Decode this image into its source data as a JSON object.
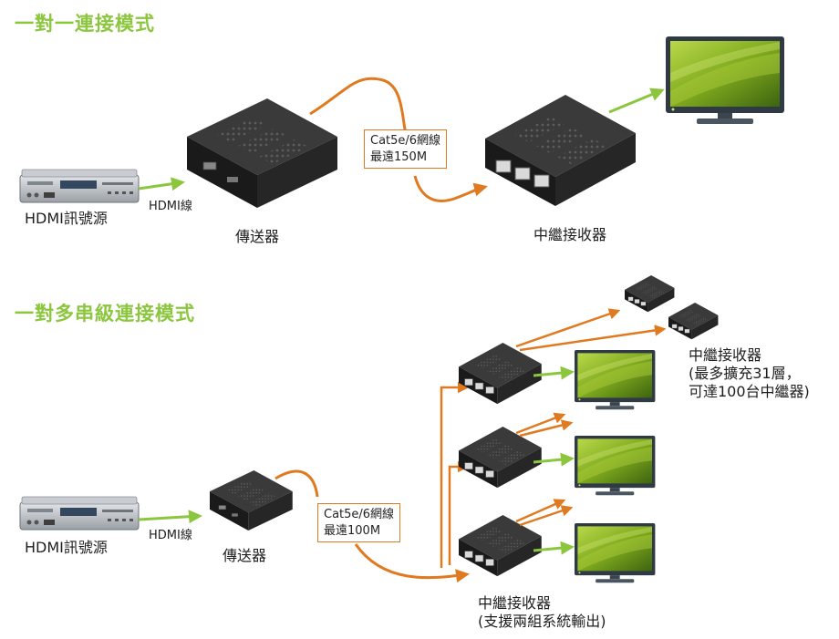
{
  "section1": {
    "title": "一對一連接模式",
    "source_label": "HDMI訊號源",
    "hdmi_cable_label": "HDMI線",
    "transmitter_label": "傳送器",
    "cable_line1": "Cat5e/6網線",
    "cable_line2": "最遠150M",
    "receiver_label": "中繼接收器"
  },
  "section2": {
    "title": "一對多串級連接模式",
    "source_label": "HDMI訊號源",
    "hdmi_cable_label": "HDMI線",
    "transmitter_label": "傳送器",
    "cable_line1": "Cat5e/6網線",
    "cable_line2": "最遠100M",
    "receiver_label_line1": "中繼接收器",
    "receiver_label_line2": "(支援兩組系統輸出)",
    "extend_label_line1": "中繼接收器",
    "extend_label_line2": "(最多擴充31層，",
    "extend_label_line3": "可達100台中繼器)"
  },
  "colors": {
    "title": "#8cc63f",
    "cat_cable": "#e07a20",
    "hdmi_arrow": "#8cc63f",
    "device_body": "#1c1c1c",
    "tv_frame": "#2f3a45",
    "tv_screen": "#7faa1e"
  }
}
